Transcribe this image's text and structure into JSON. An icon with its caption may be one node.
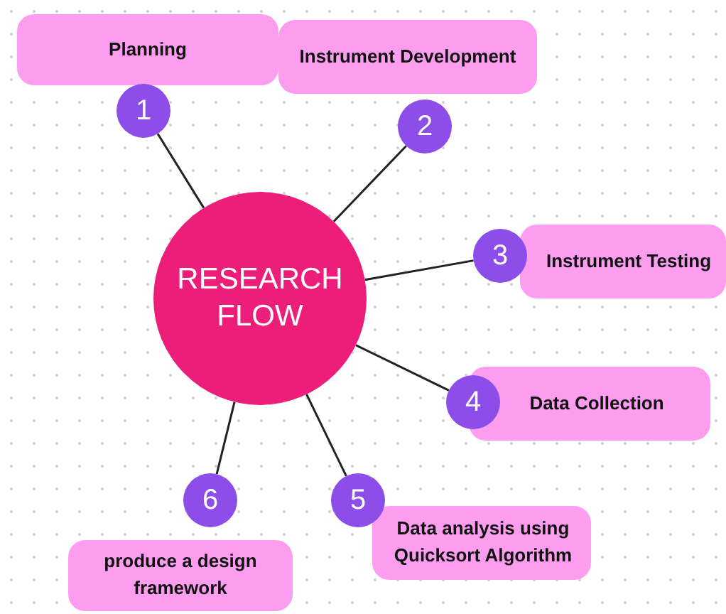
{
  "diagram": {
    "nodes": [
      {
        "text": [
          "RESEARCH FLOW"
        ]
      },
      {
        "text": [
          "1"
        ]
      },
      {
        "text": [
          "Planning"
        ]
      },
      {
        "text": [
          "2"
        ]
      },
      {
        "text": [
          "Instrument Development"
        ]
      },
      {
        "text": [
          "3"
        ]
      },
      {
        "text": [
          "Instrument Testing"
        ]
      },
      {
        "text": [
          "4"
        ]
      },
      {
        "text": [
          "Data Collection"
        ]
      },
      {
        "text": [
          "5"
        ]
      },
      {
        "text": [
          "Data analysis using Quicksort Algorithm"
        ]
      },
      {
        "text": [
          "6"
        ]
      },
      {
        "text": [
          "produce a design framework"
        ]
      }
    ],
    "edges": [
      {
        "from": 0,
        "to": 1,
        "arrow": "none"
      },
      {
        "from": 0,
        "to": 3,
        "arrow": "none"
      },
      {
        "from": 0,
        "to": 5,
        "arrow": "none"
      },
      {
        "from": 0,
        "to": 7,
        "arrow": "none"
      },
      {
        "from": 0,
        "to": 9,
        "arrow": "none"
      },
      {
        "from": 0,
        "to": 11,
        "arrow": "none"
      }
    ]
  }
}
